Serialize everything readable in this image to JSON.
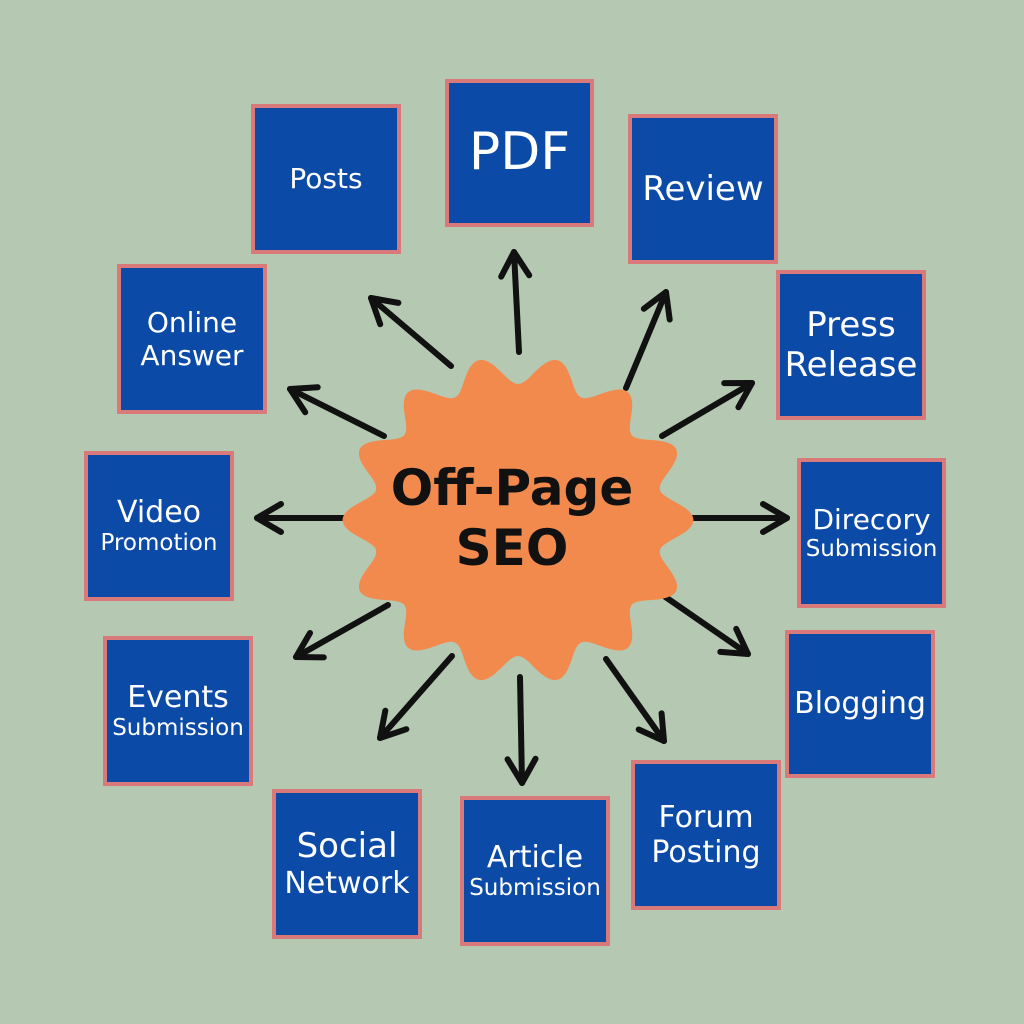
{
  "center": {
    "line1": "Off-Page",
    "line2": "SEO"
  },
  "colors": {
    "background": "#b5c8b2",
    "box_fill": "#0b4aa6",
    "box_border": "#d9797a",
    "box_text": "#ffffff",
    "center_fill": "#f28a4d",
    "center_text": "#111111",
    "arrow": "#111111"
  },
  "nodes": [
    {
      "id": "pdf",
      "lines": [
        "PDF"
      ]
    },
    {
      "id": "review",
      "lines": [
        "Review"
      ]
    },
    {
      "id": "press-release",
      "lines": [
        "Press",
        "Release"
      ]
    },
    {
      "id": "directory-submission",
      "lines": [
        "Direcory",
        "Submission"
      ]
    },
    {
      "id": "blogging",
      "lines": [
        "Blogging"
      ]
    },
    {
      "id": "forum-posting",
      "lines": [
        "Forum",
        "Posting"
      ]
    },
    {
      "id": "article-submission",
      "lines": [
        "Article",
        "Submission"
      ]
    },
    {
      "id": "social-network",
      "lines": [
        "Social",
        "Network"
      ]
    },
    {
      "id": "events-submission",
      "lines": [
        "Events",
        "Submission"
      ]
    },
    {
      "id": "video-promotion",
      "lines": [
        "Video",
        "Promotion"
      ]
    },
    {
      "id": "online-answer",
      "lines": [
        "Online",
        "Answer"
      ]
    },
    {
      "id": "posts",
      "lines": [
        "Posts"
      ]
    }
  ]
}
